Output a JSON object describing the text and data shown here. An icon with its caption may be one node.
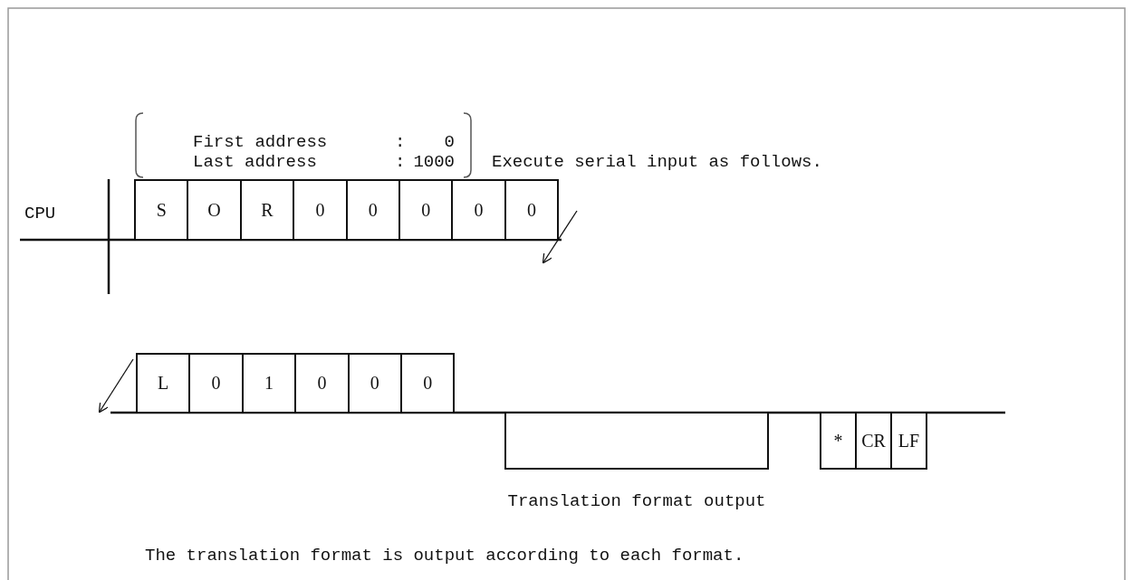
{
  "diagram": {
    "nodes": [
      {
        "text": [
          "S"
        ]
      },
      {
        "text": [
          "O"
        ]
      },
      {
        "text": [
          "R"
        ]
      },
      {
        "text": [
          "0"
        ]
      },
      {
        "text": [
          "0"
        ]
      },
      {
        "text": [
          "0"
        ]
      },
      {
        "text": [
          "0"
        ]
      },
      {
        "text": [
          "0"
        ]
      },
      {
        "text": [
          "L"
        ]
      },
      {
        "text": [
          "0"
        ]
      },
      {
        "text": [
          "1"
        ]
      },
      {
        "text": [
          "0"
        ]
      },
      {
        "text": [
          "0"
        ]
      },
      {
        "text": [
          "0"
        ]
      },
      {
        "text": [],
        "shape": "box",
        "beside": [
          "Translation format output"
        ]
      },
      {
        "text": [
          "*"
        ]
      },
      {
        "text": [
          "CR"
        ]
      },
      {
        "text": [
          "LF"
        ]
      }
    ],
    "edges": [],
    "labels": [
      "First address",
      ":",
      "0",
      "Last address",
      ":",
      "1000",
      "Execute serial input as follows.",
      "CPU"
    ],
    "caption": "The translation format is output according to each format."
  }
}
